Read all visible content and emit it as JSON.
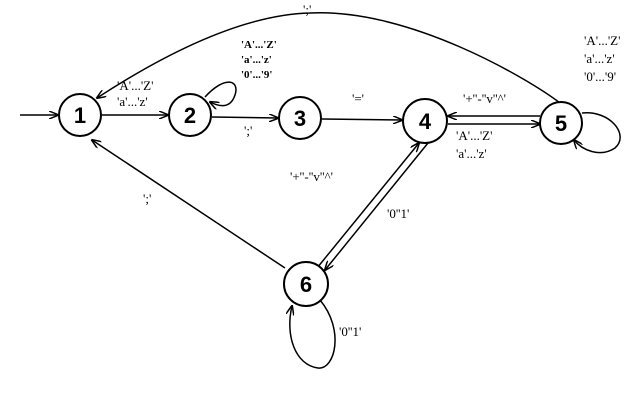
{
  "diagram": {
    "states": [
      {
        "id": "1",
        "label": "1"
      },
      {
        "id": "2",
        "label": "2"
      },
      {
        "id": "3",
        "label": "3"
      },
      {
        "id": "4",
        "label": "4"
      },
      {
        "id": "5",
        "label": "5"
      },
      {
        "id": "6",
        "label": "6"
      }
    ],
    "transitions": {
      "t1_2": [
        "'A'...'Z'",
        "'a'...'z'"
      ],
      "t2_2": [
        "'A'...'Z'",
        "'a'...'z'",
        "'0'...'9'"
      ],
      "t2_3": [
        "';'"
      ],
      "t3_4": [
        "'='"
      ],
      "t4_5": [
        "'A'...'Z'",
        "'a'...'z'"
      ],
      "t5_4": [
        "'+''-''v''^'"
      ],
      "t5_5": [
        "'A'...'Z'",
        "'a'...'z'",
        "'0'...'9'"
      ],
      "t5_1": [
        "';'"
      ],
      "t6_4": [
        "'+''-''v''^'"
      ],
      "t4_6": [
        "'0''1'"
      ],
      "t6_6": [
        "'0''1'"
      ],
      "t6_1": [
        "';'"
      ]
    }
  }
}
